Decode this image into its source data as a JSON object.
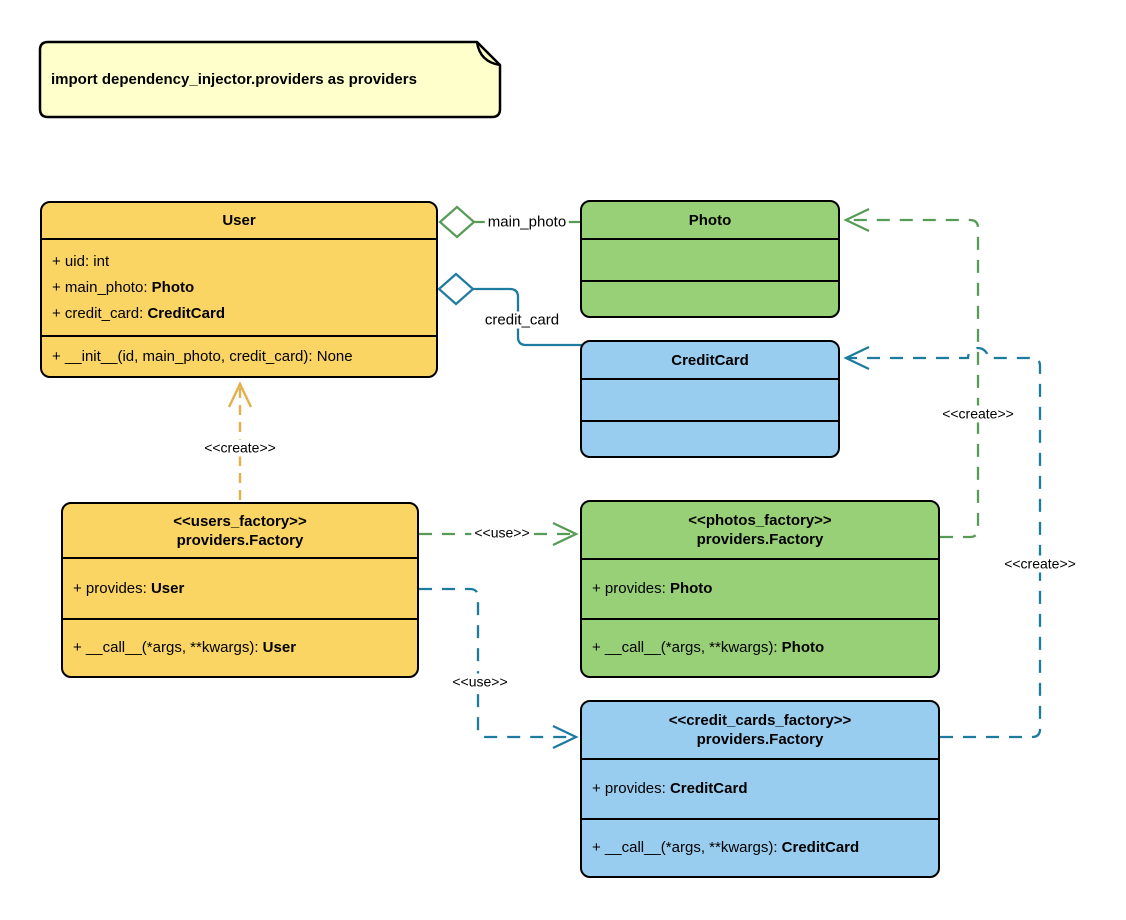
{
  "note": {
    "text": "import dependency_injector.providers as providers"
  },
  "colors": {
    "note_fill": "#FFFFCC",
    "yellow_fill": "#FAD564",
    "green_fill": "#97D077",
    "blue_fill": "#99CDF0",
    "yellow_line": "#E2AF4B",
    "green_line": "#569B56",
    "blue_line": "#1E7BA0",
    "border": "#000000"
  },
  "classes": {
    "user": {
      "title": "User",
      "attributes": [
        {
          "text": "+ uid: int",
          "bold": ""
        },
        {
          "text": "+ main_photo: ",
          "bold": "Photo"
        },
        {
          "text": "+ credit_card: ",
          "bold": "CreditCard"
        }
      ],
      "methods": [
        {
          "text": "+ __init__(id, main_photo, credit_card): None",
          "bold": ""
        }
      ]
    },
    "photo": {
      "title": "Photo"
    },
    "credit_card": {
      "title": "CreditCard"
    },
    "users_factory": {
      "stereotype": "<<users_factory>>",
      "title": "providers.Factory",
      "attributes": [
        {
          "text": "+ provides: ",
          "bold": "User"
        }
      ],
      "methods": [
        {
          "text": "+ __call__(*args, **kwargs): ",
          "bold": "User"
        }
      ]
    },
    "photos_factory": {
      "stereotype": "<<photos_factory>>",
      "title": "providers.Factory",
      "attributes": [
        {
          "text": "+ provides: ",
          "bold": "Photo"
        }
      ],
      "methods": [
        {
          "text": "+ __call__(*args, **kwargs): ",
          "bold": "Photo"
        }
      ]
    },
    "credit_cards_factory": {
      "stereotype": "<<credit_cards_factory>>",
      "title": "providers.Factory",
      "attributes": [
        {
          "text": "+ provides: ",
          "bold": "CreditCard"
        }
      ],
      "methods": [
        {
          "text": "+ __call__(*args, **kwargs): ",
          "bold": "CreditCard"
        }
      ]
    }
  },
  "edges": {
    "main_photo_label": "main_photo",
    "credit_card_label": "credit_card",
    "create_user_label": "<<create>>",
    "use_photos_label": "<<use>>",
    "use_credit_cards_label": "<<use>>",
    "create_photo_label": "<<create>>",
    "create_credit_card_label": "<<create>>"
  }
}
